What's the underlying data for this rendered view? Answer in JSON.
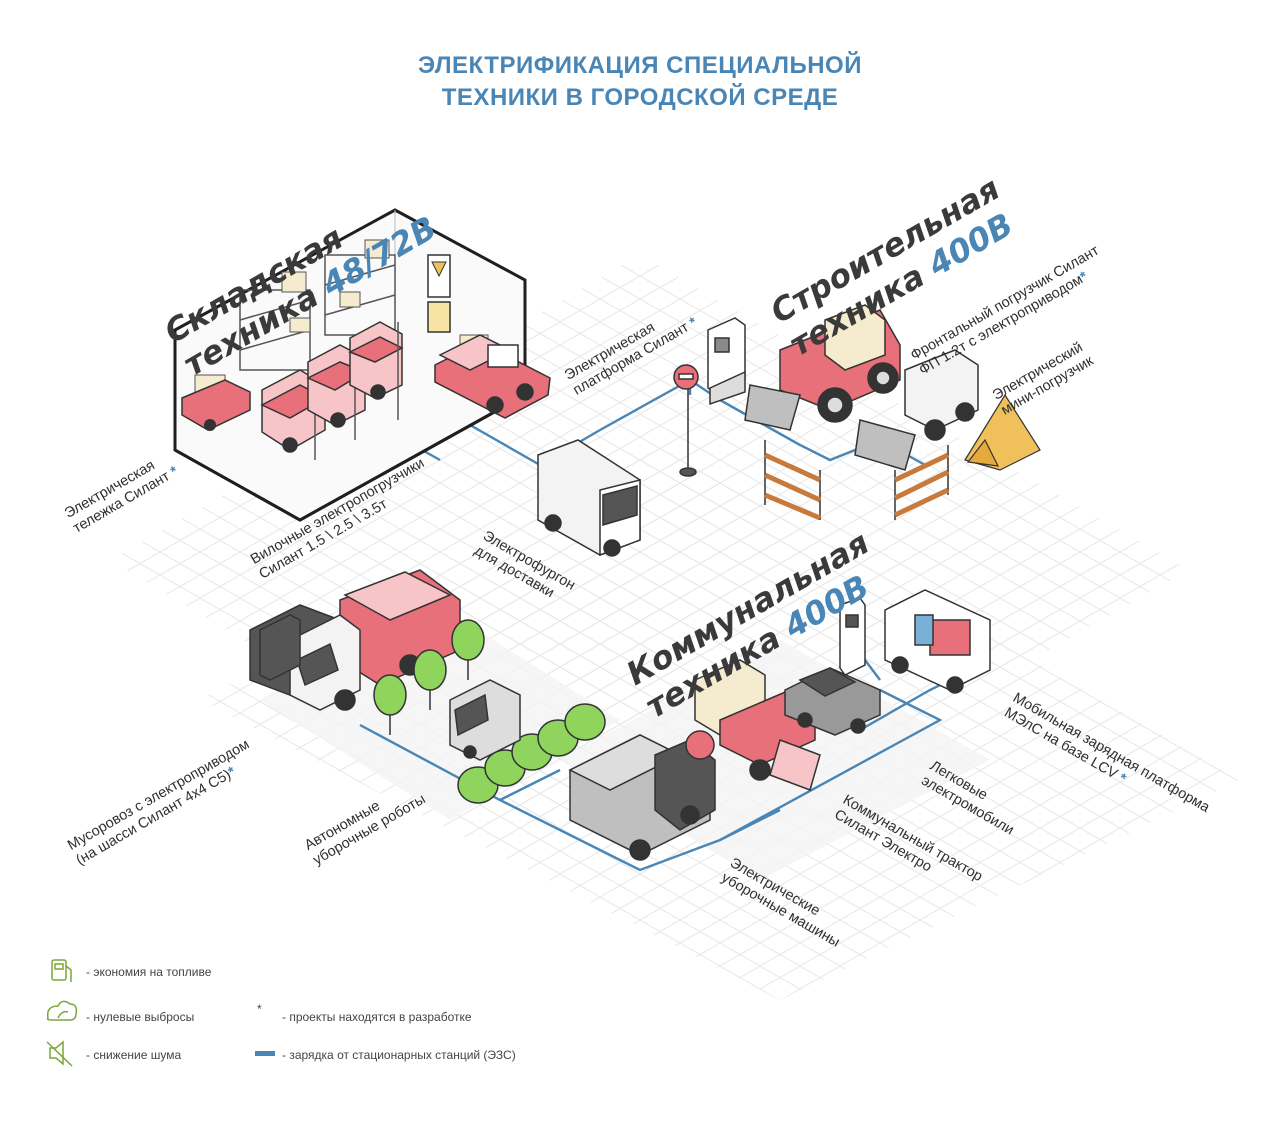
{
  "title": {
    "line1": "ЭЛЕКТРИФИКАЦИЯ СПЕЦИАЛЬНОЙ",
    "line2": "ТЕХНИКИ В ГОРОДСКОЙ СРЕДЕ"
  },
  "sections": {
    "warehouse": {
      "line1": "Складская",
      "line2": "техника",
      "voltage": "48/72В"
    },
    "construction": {
      "line1": "Строительная",
      "line2": "техника",
      "voltage": "400В"
    },
    "municipal": {
      "line1": "Коммунальная",
      "line2": "техника",
      "voltage": "400В"
    }
  },
  "labels": {
    "cart": {
      "line1": "Электрическая",
      "line2": "тележка Силант",
      "star": "*"
    },
    "forklifts": {
      "line1": "Вилочные электропогрузчики",
      "line2": "Силант 1.5 \\ 2.5 \\ 3.5т"
    },
    "platform": {
      "line1": "Электрическая",
      "line2": "платформа Силант",
      "star": "*"
    },
    "van": {
      "line1": "Электрофургон",
      "line2": "для доставки"
    },
    "front_loader": {
      "line1": "Фронтальный погрузчик Силант",
      "line2": "ФП 1.2т с электроприводом",
      "star": "*"
    },
    "mini_loader": {
      "line1": "Электрический",
      "line2": "мини-погрузчик"
    },
    "garbage_truck": {
      "line1": "Мусоровоз с электроприводом",
      "line2": "(на шасси Силант 4x4 С5)",
      "star": "*"
    },
    "robots": {
      "line1": "Автономные",
      "line2": "уборочные роботы"
    },
    "sweepers": {
      "line1": "Электрические",
      "line2": "уборочные машины"
    },
    "tractor": {
      "line1": "Коммунальный трактор",
      "line2": "Силант Электро"
    },
    "cars": {
      "line1": "Легковые",
      "line2": "электромобили"
    },
    "mobile_charger": {
      "line1": "Мобильная зарядная платформа",
      "line2": "МЭлС на базе LCV",
      "star": "*"
    }
  },
  "legend": {
    "fuel": "- экономия на топливе",
    "emissions": "- нулевые выбросы",
    "noise": "- снижение шума",
    "star_symbol": "*",
    "in_development": "- проекты находятся в разработке",
    "charging": "- зарядка от стационарных станций (ЭЗС)"
  },
  "colors": {
    "accent_blue": "#4a86b5",
    "vehicle_red": "#e8707a",
    "vehicle_pink": "#f7c5c7",
    "tree_green": "#8fd45c",
    "sand": "#f0c15a",
    "outline": "#2b2b2b",
    "grid": "#e6e6e6"
  },
  "icons": [
    "fuel-pump-icon",
    "cloud-leaf-icon",
    "speaker-mute-icon",
    "asterisk-icon",
    "charging-line-icon"
  ]
}
